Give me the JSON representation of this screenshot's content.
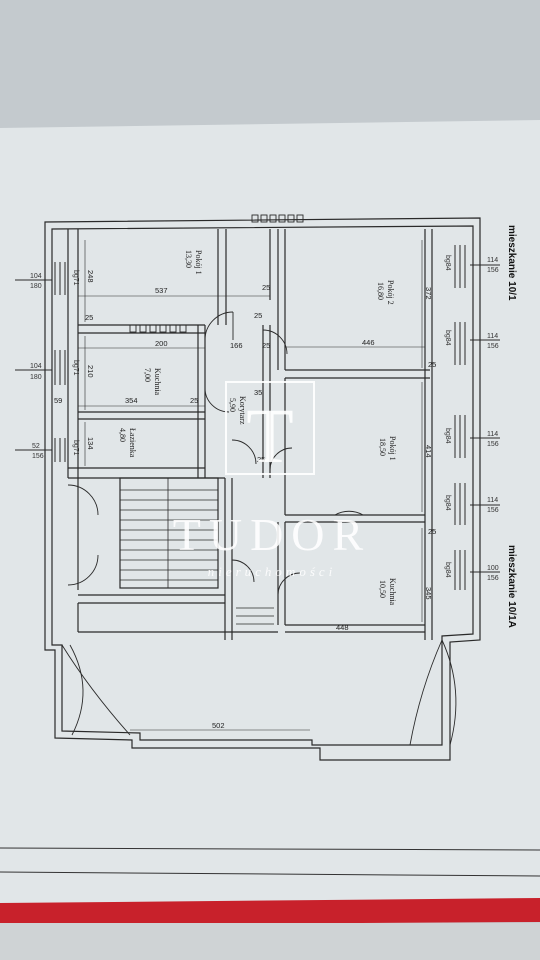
{
  "headings": {
    "apartment_a": "mieszkanie 10/1",
    "apartment_b": "mieszkanie 10/1A"
  },
  "rooms": [
    {
      "name": "Pokój 1",
      "area": "13,30"
    },
    {
      "name": "Pokój 2",
      "area": "16,80"
    },
    {
      "name": "Kuchnia",
      "area": "7,00"
    },
    {
      "name": "Korytarz",
      "area": "5,90"
    },
    {
      "name": "Łazienka",
      "area": "4,80"
    },
    {
      "name": "Pokój 1",
      "area": "18,50"
    },
    {
      "name": "Kuchnia",
      "area": "10,50"
    }
  ],
  "dimensions": [
    "537",
    "248",
    "25",
    "200",
    "166",
    "25",
    "446",
    "210",
    "354",
    "25",
    "59",
    "134",
    "372",
    "414",
    "345",
    "448",
    "502",
    "25",
    "25",
    "25",
    "35",
    "25",
    "25"
  ],
  "windows": [
    {
      "w": "104",
      "h": "180",
      "label": "bg71"
    },
    {
      "w": "104",
      "h": "180",
      "label": "bg71"
    },
    {
      "w": "52",
      "h": "156",
      "label": "bg71"
    },
    {
      "w": "114",
      "h": "156",
      "label": "bg84"
    },
    {
      "w": "114",
      "h": "156",
      "label": "bg84"
    },
    {
      "w": "114",
      "h": "156",
      "label": "bg84"
    },
    {
      "w": "114",
      "h": "156",
      "label": "bg84"
    },
    {
      "w": "100",
      "h": "156",
      "label": "bg84"
    }
  ],
  "watermark": {
    "letter": "T",
    "word": "TUDOR",
    "sub": "nieruchomości"
  },
  "colors": {
    "background": "#c7cdd1",
    "paper": "#e3e8ea",
    "lines": "#2a2a2a",
    "red_stripe": "#c8212b"
  }
}
